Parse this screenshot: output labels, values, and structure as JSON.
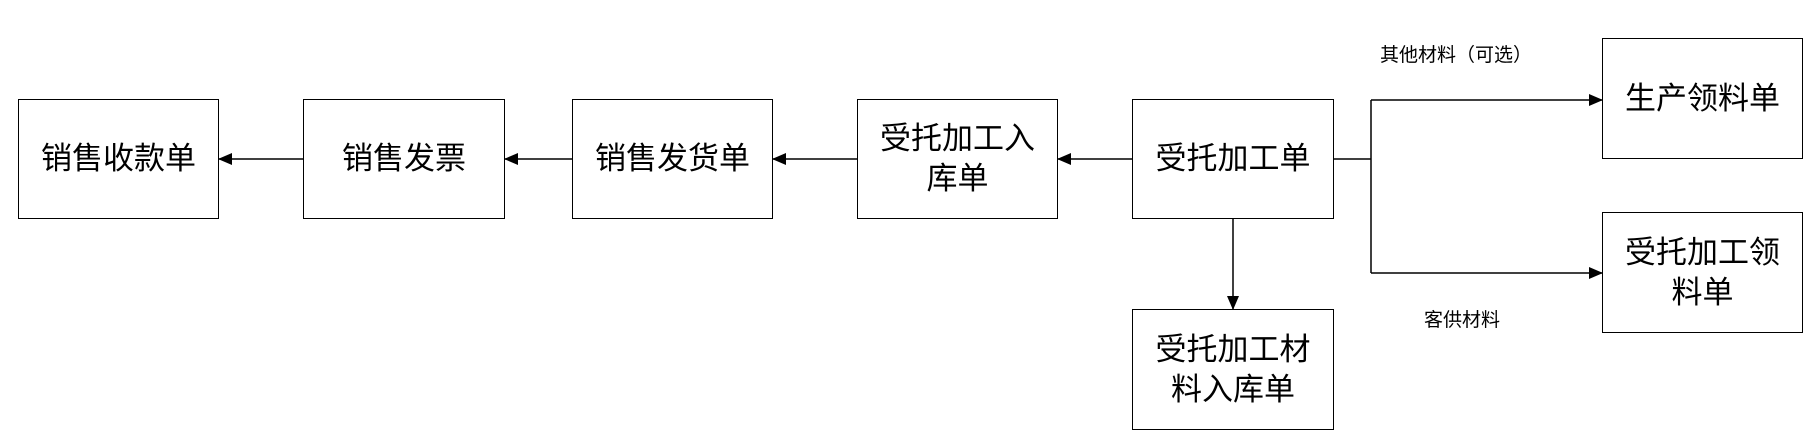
{
  "nodes": {
    "sales_receipt": "销售收款单",
    "sales_invoice": "销售发票",
    "sales_delivery": "销售发货单",
    "consigned_inbound": "受托加工入库单",
    "consigned_order": "受托加工单",
    "consigned_material_inbound": "受托加工材料入库单",
    "production_requisition": "生产领料单",
    "consigned_requisition": "受托加工领料单"
  },
  "edge_labels": {
    "other_materials": "其他材料（可选）",
    "customer_materials": "客供材料"
  },
  "colors": {
    "line": "#000000",
    "box_border": "#000000",
    "background": "#ffffff"
  }
}
